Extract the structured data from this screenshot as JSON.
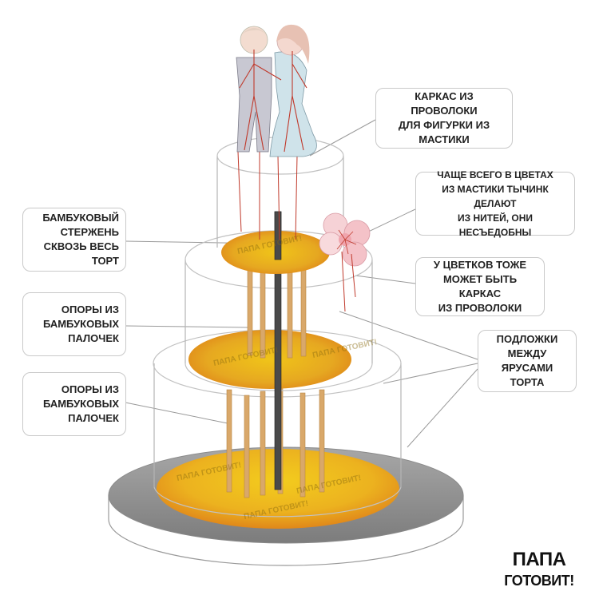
{
  "callouts": {
    "wire_frame_figure": "КАРКАС ИЗ ПРОВОЛОКИ\nДЛЯ ФИГУРКИ ИЗ\nМАСТИКИ",
    "stamens": "ЧАЩЕ ВСЕГО В ЦВЕТАХ\nИЗ МАСТИКИ ТЫЧИНК ДЕЛАЮТ\nИЗ НИТЕЙ, ОНИ НЕСЪЕДОБНЫ",
    "flower_wire": "У ЦВЕТКОВ ТОЖЕ\nМОЖЕТ БЫТЬ КАРКАС\nИЗ ПРОВОЛОКИ",
    "boards": "ПОДЛОЖКИ\nМЕЖДУ ЯРУСАМИ\nТОРТА",
    "bamboo_rod": "БАМБУКОВЫЙ\nСТЕРЖЕНЬ\nСКВОЗЬ ВЕСЬ ТОРТ",
    "supports_upper": "ОПОРЫ ИЗ\nБАМБУКОВЫХ\nПАЛОЧЕК",
    "supports_lower": "ОПОРЫ ИЗ\nБАМБУКОВЫХ\nПАЛОЧЕК"
  },
  "watermark": "ПАПА ГОТОВИТ!",
  "brand": {
    "line1": "ПАПА",
    "line2": "ГОТОВИТ!"
  },
  "colors": {
    "board_gold": "#e6b800",
    "board_orange": "#e08a1a",
    "stick_wood": "#d9a86a",
    "rod_dark": "#4a4a4a",
    "base_grey": "#8f8f8f",
    "wire_red": "#c0392b",
    "flower_pink": "#f4c2c8"
  }
}
